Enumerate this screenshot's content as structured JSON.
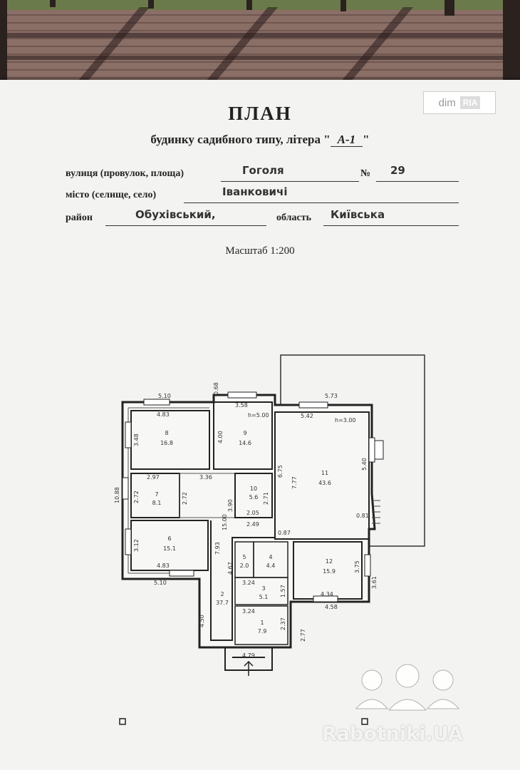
{
  "document": {
    "title": "ПЛАН",
    "subtitle_prefix": "будинку садибного типу, літера \"",
    "subtitle_value": "А-1",
    "subtitle_suffix": "\"",
    "street_label": "вулиця (провулок, площа)",
    "street_value": "Гоголя",
    "number_label": "№",
    "number_value": "29",
    "city_label": "місто (селище, село)",
    "city_value": "Іванковичі",
    "district_label": "район",
    "district_value": "Обухівський,",
    "region_label": "область",
    "region_value": "Київська",
    "scale": "Масштаб 1:200"
  },
  "plan": {
    "outer_dims": [
      "5.10",
      "0.68",
      "3.58",
      "5.73",
      "10.88",
      "5.10",
      "4.50",
      "4.79",
      "2.77",
      "4.58",
      "3.61"
    ],
    "rooms": [
      {
        "id": "8",
        "area": "16.8",
        "dims": [
          "4.83",
          "3.48"
        ]
      },
      {
        "id": "9",
        "area": "14.6",
        "dims": [
          "4.00"
        ],
        "height": "h=5.00"
      },
      {
        "id": "11",
        "area": "43.6",
        "dims": [
          "5.42",
          "6.75",
          "7.77",
          "5.40",
          "0.81"
        ],
        "height": "h=3.00"
      },
      {
        "id": "7",
        "area": "8.1",
        "dims": [
          "2.97",
          "2.72"
        ]
      },
      {
        "id": "10",
        "area": "5.6",
        "dims": [
          "2.71",
          "2.05",
          "3.90"
        ]
      },
      {
        "id": "6",
        "area": "15.1",
        "dims": [
          "3.12",
          "4.83"
        ]
      },
      {
        "id": "5",
        "area": "2.0"
      },
      {
        "id": "4",
        "area": "4.4"
      },
      {
        "id": "3",
        "area": "5.1",
        "dims": [
          "3.24",
          "1.57"
        ]
      },
      {
        "id": "2",
        "area": "37.7",
        "dims": [
          "3.36",
          "2.72",
          "15.00",
          "7.93",
          "4.67",
          "2.49",
          "0.87"
        ]
      },
      {
        "id": "1",
        "area": "7.9",
        "dims": [
          "3.24",
          "2.37"
        ]
      },
      {
        "id": "12",
        "area": "15.9",
        "dims": [
          "3.75",
          "4.34"
        ]
      }
    ]
  },
  "watermarks": {
    "dimria_a": "dim",
    "dimria_b": "RIA",
    "rabotniki": "Rabotniki.UA"
  }
}
